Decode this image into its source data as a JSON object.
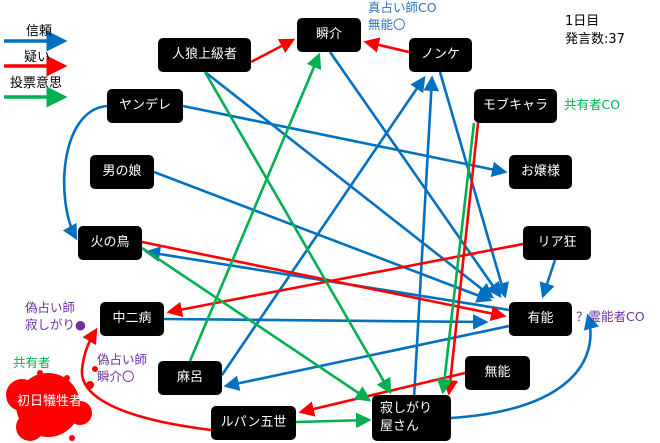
{
  "legend": [
    {
      "label": "信頼",
      "color": "#0070C0"
    },
    {
      "label": "疑い",
      "color": "#FF0000"
    },
    {
      "label": "投票意思",
      "color": "#00B050"
    }
  ],
  "info": {
    "day": "1日目",
    "posts": "発言数:37"
  },
  "nodes": {
    "jinro": "人狼上級者",
    "shunsuke": "瞬介",
    "nonke": "ノンケ",
    "mob": "モブキャラ",
    "yandere": "ヤンデレ",
    "ojou": "お嬢様",
    "otoko": "男の娘",
    "hinotori": "火の鳥",
    "riakyo": "リア狂",
    "chuni": "中二病",
    "yuno": "有能",
    "maro": "麻呂",
    "muno": "無能",
    "shonichi": "初日犠牲者",
    "lupin": "ルパン五世",
    "sabishi_1": "寂しがり",
    "sabishi_2": "屋さん"
  },
  "notes": {
    "shunsuke_1": "真占い師CO",
    "shunsuke_2": "無能〇",
    "mob": "共有者CO",
    "yuno": "？霊能者CO",
    "fake1_1": "偽占い師",
    "fake1_2": "寂しがり●",
    "fake2_1": "偽占い師",
    "fake2_2": "瞬介〇",
    "shonichi": "共有者"
  },
  "colors": {
    "trust": "#0070C0",
    "doubt": "#FF0000",
    "vote": "#00B050",
    "note_blue": "#2E75B6",
    "note_green": "#00B050",
    "note_purple": "#7030A0"
  },
  "edges": [
    {
      "from": "jinro",
      "to": "shunsuke",
      "kind": "doubt"
    },
    {
      "from": "nonke",
      "to": "shunsuke",
      "kind": "doubt"
    },
    {
      "from": "yandere",
      "to": "ojou",
      "kind": "trust"
    },
    {
      "from": "yandere",
      "to": "hinotori",
      "kind": "trust"
    },
    {
      "from": "otoko",
      "to": "yuno",
      "kind": "trust"
    },
    {
      "from": "jinro",
      "to": "yuno",
      "kind": "trust"
    },
    {
      "from": "shunsuke",
      "to": "yuno",
      "kind": "trust"
    },
    {
      "from": "nonke",
      "to": "yuno",
      "kind": "trust"
    },
    {
      "from": "chuni",
      "to": "yuno",
      "kind": "trust"
    },
    {
      "from": "yuno",
      "to": "hinotori",
      "kind": "trust"
    },
    {
      "from": "yuno",
      "to": "maro",
      "kind": "trust"
    },
    {
      "from": "maro",
      "to": "nonke",
      "kind": "trust"
    },
    {
      "from": "sabishi",
      "to": "nonke",
      "kind": "trust"
    },
    {
      "from": "riakyo",
      "to": "yuno",
      "kind": "trust"
    },
    {
      "from": "sabishi",
      "to": "yuno",
      "kind": "trust"
    },
    {
      "from": "hinotori",
      "to": "yuno",
      "kind": "doubt"
    },
    {
      "from": "riakyo",
      "to": "chuni",
      "kind": "doubt"
    },
    {
      "from": "mob",
      "to": "sabishi",
      "kind": "doubt"
    },
    {
      "from": "muno",
      "to": "lupin",
      "kind": "doubt"
    },
    {
      "from": "lupin",
      "to": "chuni",
      "kind": "doubt"
    },
    {
      "from": "mob",
      "to": "sabishi",
      "kind": "vote"
    },
    {
      "from": "maro",
      "to": "shunsuke",
      "kind": "vote"
    },
    {
      "from": "jinro",
      "to": "sabishi",
      "kind": "vote"
    },
    {
      "from": "hinotori",
      "to": "sabishi",
      "kind": "vote"
    },
    {
      "from": "lupin",
      "to": "sabishi",
      "kind": "vote"
    }
  ]
}
